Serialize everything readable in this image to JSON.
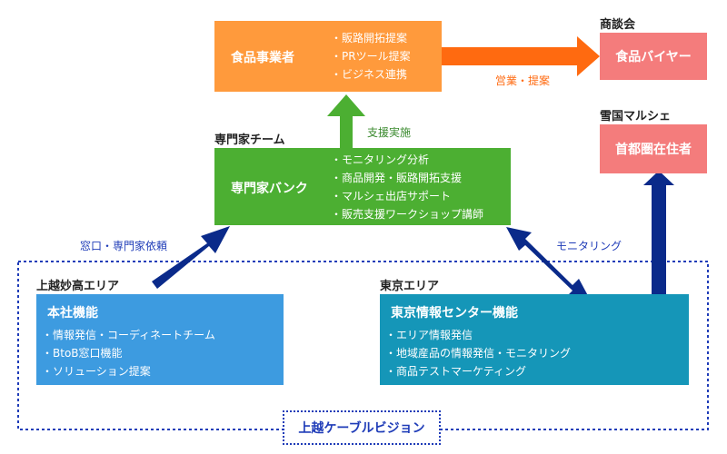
{
  "colors": {
    "orange": "#FF9A3C",
    "salmon": "#F47C7C",
    "green": "#4CAF32",
    "blue": "#3D9BE0",
    "teal": "#1596B8",
    "navy": "#1F3CB8",
    "dark_navy": "#0A2A8A",
    "orange_arrow": "#FF6A10",
    "label_blue": "#1F3CB8",
    "label_green": "#3A8A2E",
    "label_orange": "#FF6A10"
  },
  "food_business": {
    "title": "食品事業者",
    "items": [
      "販路開拓提案",
      "PRツール提案",
      "ビジネス連携"
    ]
  },
  "buyer": {
    "heading": "商談会",
    "title": "食品バイヤー"
  },
  "arrow_labels": {
    "sales": "営業・提案",
    "support": "支援実施",
    "consult": "窓口・専門家依頼",
    "monitoring": "モニタリング"
  },
  "expert_bank": {
    "heading": "専門家チーム",
    "title": "専門家バンク",
    "items": [
      "モニタリング分析",
      "商品開発・販路開拓支援",
      "マルシェ出店サポート",
      "販売支援ワークショップ講師"
    ]
  },
  "marche": {
    "heading": "雪国マルシェ",
    "title": "首都圏在住者"
  },
  "joetsu": {
    "heading": "上越妙高エリア",
    "title": "本社機能",
    "items": [
      "情報発信・コーディネートチーム",
      "BtoB窓口機能",
      "ソリューション提案"
    ]
  },
  "tokyo": {
    "heading": "東京エリア",
    "title": "東京情報センター機能",
    "items": [
      "エリア情報発信",
      "地域産品の情報発信・モニタリング",
      "商品テストマーケティング"
    ]
  },
  "company": {
    "label": "上越ケーブルビジョン"
  }
}
